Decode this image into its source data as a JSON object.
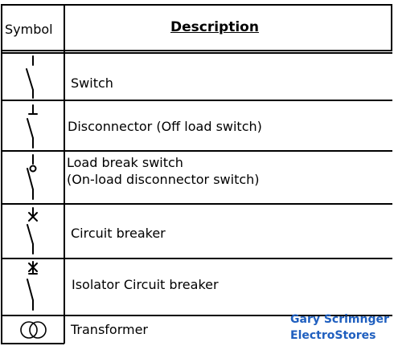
{
  "header": {
    "symbol_label": "Symbol",
    "description_label": "Description"
  },
  "rows": [
    {
      "symbol": "switch-icon",
      "description": "Switch"
    },
    {
      "symbol": "disconnector-icon",
      "description": "Disconnector (Off load switch)"
    },
    {
      "symbol": "load-break-switch-icon",
      "description_line1": "Load break switch",
      "description_line2": "(On-load disconnector switch)"
    },
    {
      "symbol": "circuit-breaker-icon",
      "description": "Circuit breaker"
    },
    {
      "symbol": "isolator-circuit-breaker-icon",
      "description": "Isolator Circuit breaker"
    },
    {
      "symbol": "transformer-icon",
      "description": "Transformer"
    }
  ],
  "credit": {
    "author": "Gary Scrimnger",
    "org": "ElectroStores",
    "color": "#1f5fbf"
  }
}
